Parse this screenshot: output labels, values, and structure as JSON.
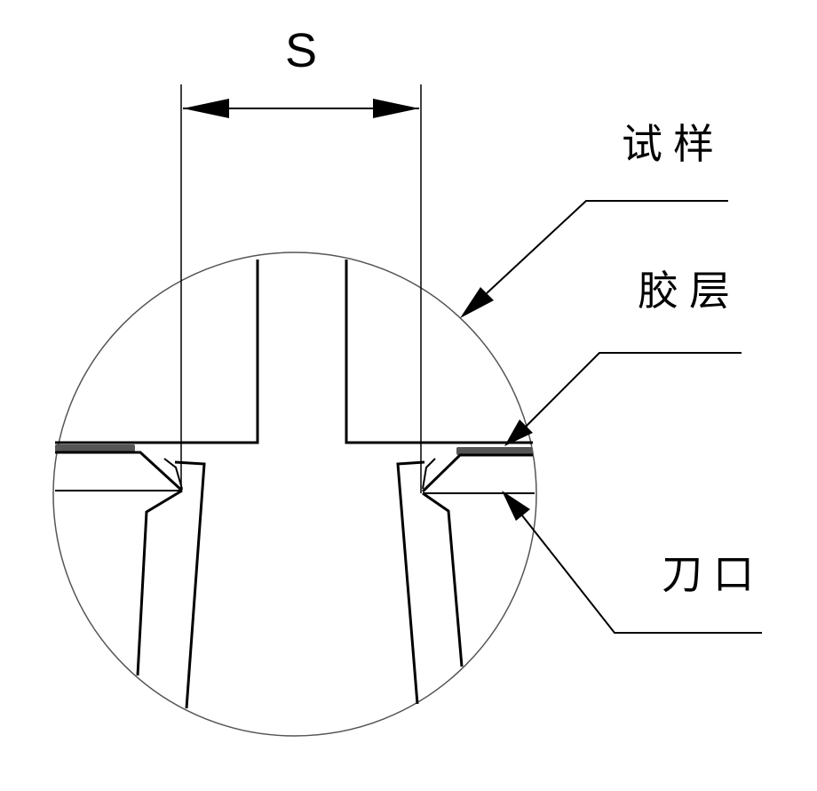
{
  "dimension": {
    "label": "S"
  },
  "callouts": {
    "specimen": "试样",
    "adhesive_layer": "胶层",
    "knife_edge": "刀口"
  },
  "colors": {
    "line": "#000000",
    "circle": "#555555",
    "adhesive": "#555555",
    "background": "#ffffff"
  }
}
